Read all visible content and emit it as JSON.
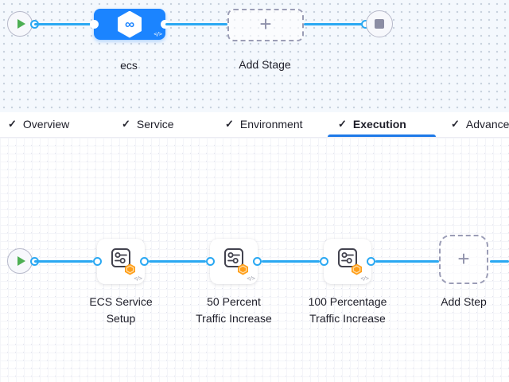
{
  "pipeline_graph": {
    "stage_node": {
      "label": "ecs",
      "icon_glyph": "∞",
      "yaml_glyph": "</>"
    },
    "add_stage": {
      "label": "Add Stage",
      "plus_glyph": "+"
    }
  },
  "tab_bar": {
    "check_glyph": "✓",
    "active_tab": "Execution",
    "tabs": [
      {
        "label": "Overview"
      },
      {
        "label": "Service"
      },
      {
        "label": "Environment"
      },
      {
        "label": "Execution"
      },
      {
        "label": "Advanced"
      }
    ]
  },
  "execution_graph": {
    "steps": [
      {
        "line1": "ECS Service",
        "line2": "Setup",
        "yaml_glyph": "</>"
      },
      {
        "line1": "50 Percent",
        "line2": "Traffic Increase",
        "yaml_glyph": "</>"
      },
      {
        "line1": "100 Percentage",
        "line2": "Traffic Increase",
        "yaml_glyph": "</>"
      }
    ],
    "add_step": {
      "label": "Add Step",
      "plus_glyph": "+"
    }
  },
  "colors": {
    "stage_node_blue": "#1b84ff",
    "link_blue": "#2aa8f2",
    "active_tab_underline": "#1d79e8",
    "badge_orange": "#ff9e18",
    "play_green": "#4daf53",
    "stop_gray": "#8b8da4",
    "top_canvas_bg": "#f4f8fd"
  }
}
